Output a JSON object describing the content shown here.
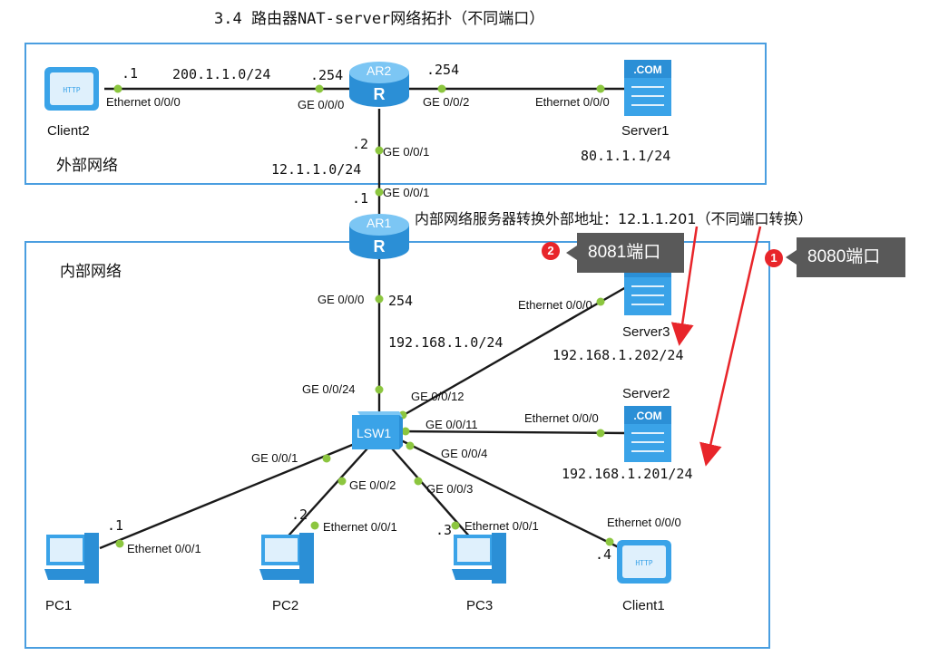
{
  "title": "3.4 路由器NAT-server网络拓扑（不同端口）",
  "zones": {
    "external": "外部网络",
    "internal": "内部网络"
  },
  "nat_note": "内部网络服务器转换外部地址：12.1.1.201（不同端口转换）",
  "callouts": [
    {
      "badge": "2",
      "text": "8081端口"
    },
    {
      "badge": "1",
      "text": "8080端口"
    }
  ],
  "devices": {
    "client2": "Client2",
    "ar2": "AR2",
    "server1": "Server1",
    "ar1": "AR1",
    "server3": "Server3",
    "server2": "Server2",
    "lsw1": "LSW1",
    "pc1": "PC1",
    "pc2": "PC2",
    "pc3": "PC3",
    "client1": "Client1"
  },
  "networks": {
    "ext_net": "200.1.1.0/24",
    "server1_ip": "80.1.1.1/24",
    "wan_net": "12.1.1.0/24",
    "lan_net": "192.168.1.0/24",
    "server3_ip": "192.168.1.202/24",
    "server2_ip": "192.168.1.201/24"
  },
  "hosts": {
    "client2": ".1",
    "ar2_g000": ".254",
    "ar2_g002": ".254",
    "ar2_g001": ".2",
    "ar1_g001": ".1",
    "ar1_g000": "254",
    "pc1": ".1",
    "pc2": ".2",
    "pc3": ".3",
    "client1": ".4"
  },
  "ports": {
    "client2_eth": "Ethernet 0/0/0",
    "ar2_g000": "GE 0/0/0",
    "ar2_g002": "GE 0/0/2",
    "server1_eth": "Ethernet 0/0/0",
    "ar2_g001": "GE 0/0/1",
    "ar1_g001": "GE 0/0/1",
    "ar1_g000": "GE 0/0/0",
    "server3_eth": "Ethernet 0/0/0",
    "sw_g024": "GE 0/0/24",
    "sw_g012": "GE 0/0/12",
    "sw_g011": "GE 0/0/11",
    "server2_eth": "Ethernet 0/0/0",
    "sw_g001": "GE 0/0/1",
    "sw_g004": "GE 0/0/4",
    "sw_g002": "GE 0/0/2",
    "sw_g003": "GE 0/0/3",
    "pc1_eth": "Ethernet 0/0/1",
    "pc2_eth": "Ethernet 0/0/1",
    "pc3_eth": "Ethernet 0/0/1",
    "client1_eth": "Ethernet 0/0/0"
  },
  "icons": {
    "server": "server-icon",
    "router": "router-icon",
    "switch": "switch-icon",
    "pc": "pc-icon",
    "client": "http-client-icon"
  },
  "colors": {
    "frame": "#4a9ee0",
    "link": "#1a1a1a",
    "port_dot": "#8cc63f",
    "device": "#3aa3e8",
    "arrow": "#e8252a",
    "callout": "#595959"
  }
}
